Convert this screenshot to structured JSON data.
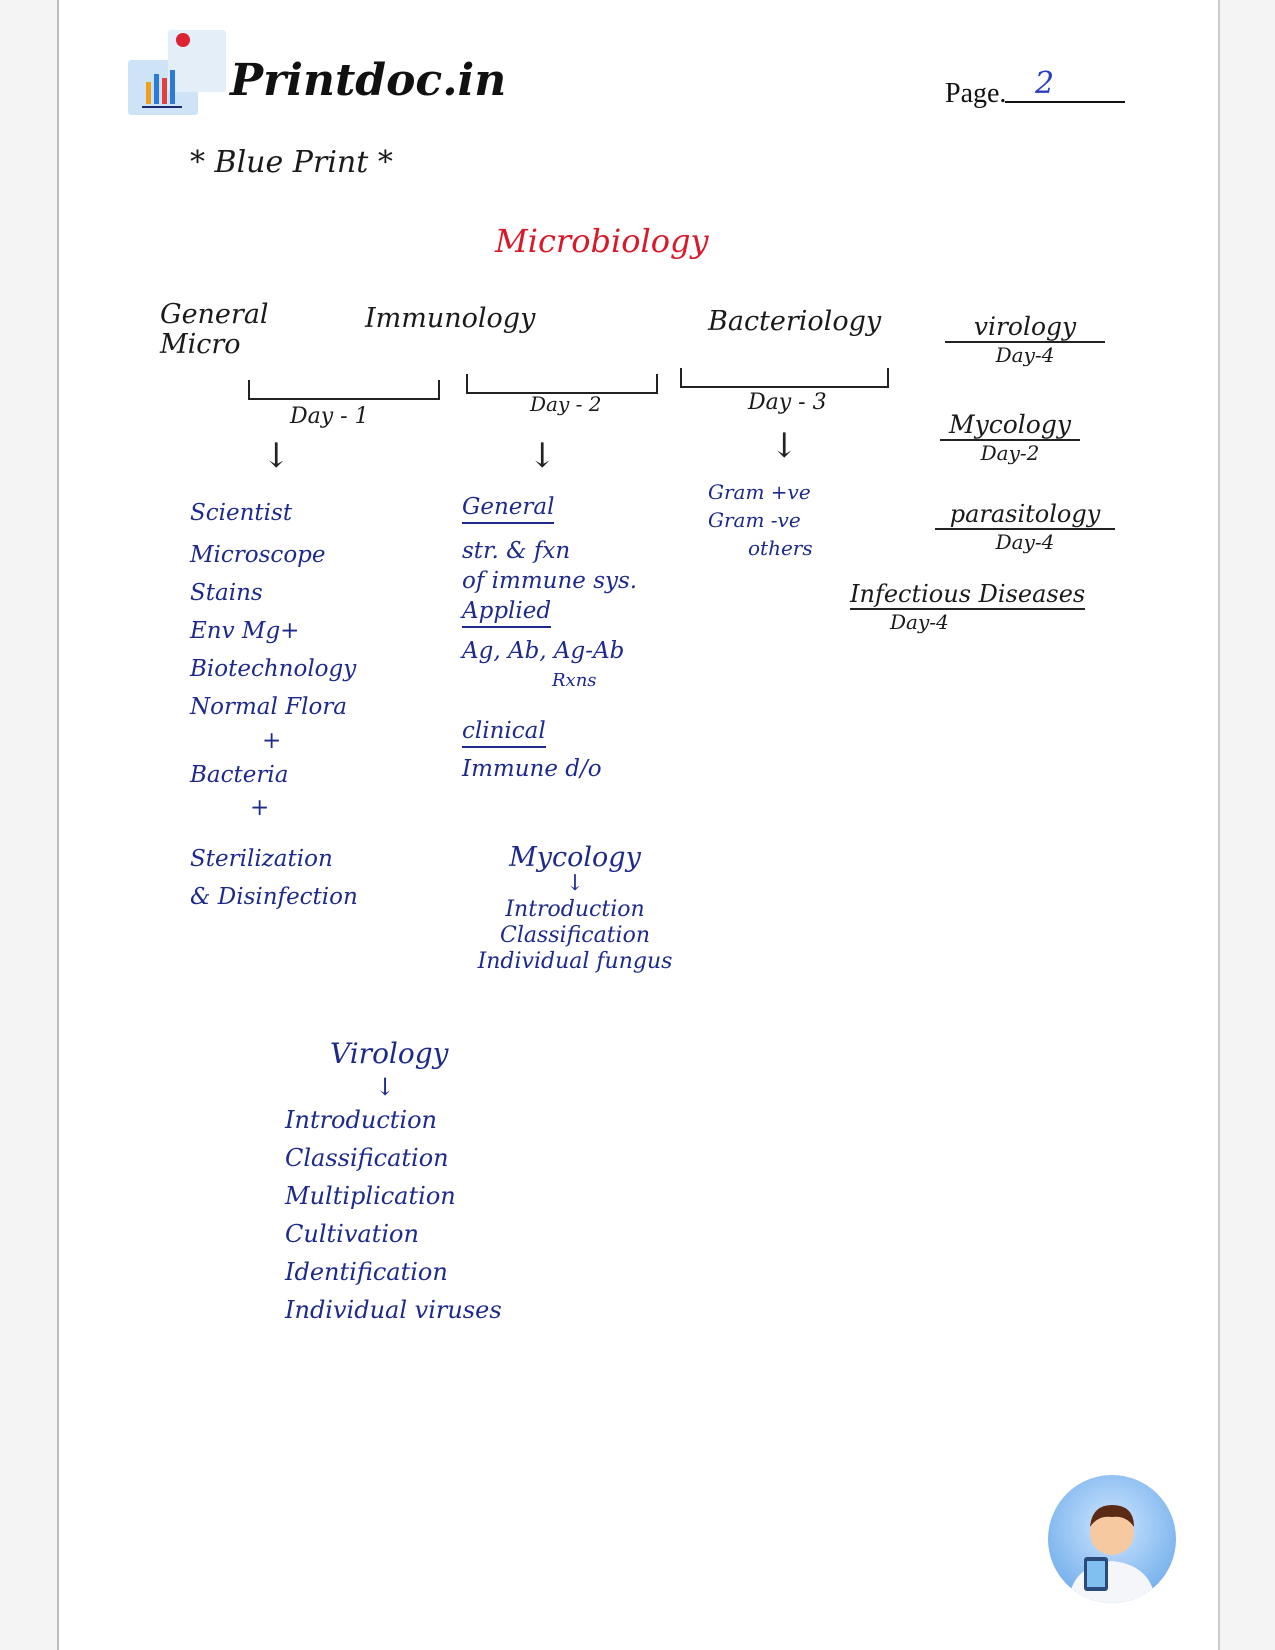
{
  "header": {
    "logo_text": "Printdoc.in",
    "page_label": "Page.",
    "page_number": "2"
  },
  "doc": {
    "subtitle": "* Blue Print *",
    "title": "Microbiology",
    "columns": [
      {
        "heading": [
          "General",
          "Micro"
        ],
        "day": "Day - 1",
        "items": [
          "Scientist",
          "Microscope",
          "Stains",
          "Env Mg+",
          "Biotechnology",
          "Normal Flora",
          "+",
          "Bacteria",
          "+",
          "Sterilization",
          "& Disinfection"
        ]
      },
      {
        "heading": [
          "Immunology"
        ],
        "day": "Day - 2",
        "sections": [
          {
            "label": "General",
            "lines": [
              "str. & fxn",
              "of immune sys."
            ]
          },
          {
            "label": "Applied",
            "lines": [
              "Ag, Ab, Ag-Ab",
              "Rxns"
            ]
          },
          {
            "label": "clinical",
            "lines": [
              "Immune d/o"
            ]
          }
        ],
        "mycology": {
          "label": "Mycology",
          "items": [
            "Introduction",
            "Classification",
            "Individual fungus"
          ]
        }
      },
      {
        "heading": [
          "Bacteriology"
        ],
        "day": "Day - 3",
        "items": [
          "Gram +ve",
          "Gram -ve",
          "others"
        ]
      }
    ],
    "right_topics": [
      {
        "name": "virology",
        "day": "Day-4"
      },
      {
        "name": "Mycology",
        "day": "Day-2"
      },
      {
        "name": "parasitology",
        "day": "Day-4"
      },
      {
        "name": "Infectious Diseases",
        "day": "Day-4"
      }
    ],
    "virology": {
      "label": "Virology",
      "items": [
        "Introduction",
        "Classification",
        "Multiplication",
        "Cultivation",
        "Identification",
        "Individual viruses"
      ]
    }
  }
}
